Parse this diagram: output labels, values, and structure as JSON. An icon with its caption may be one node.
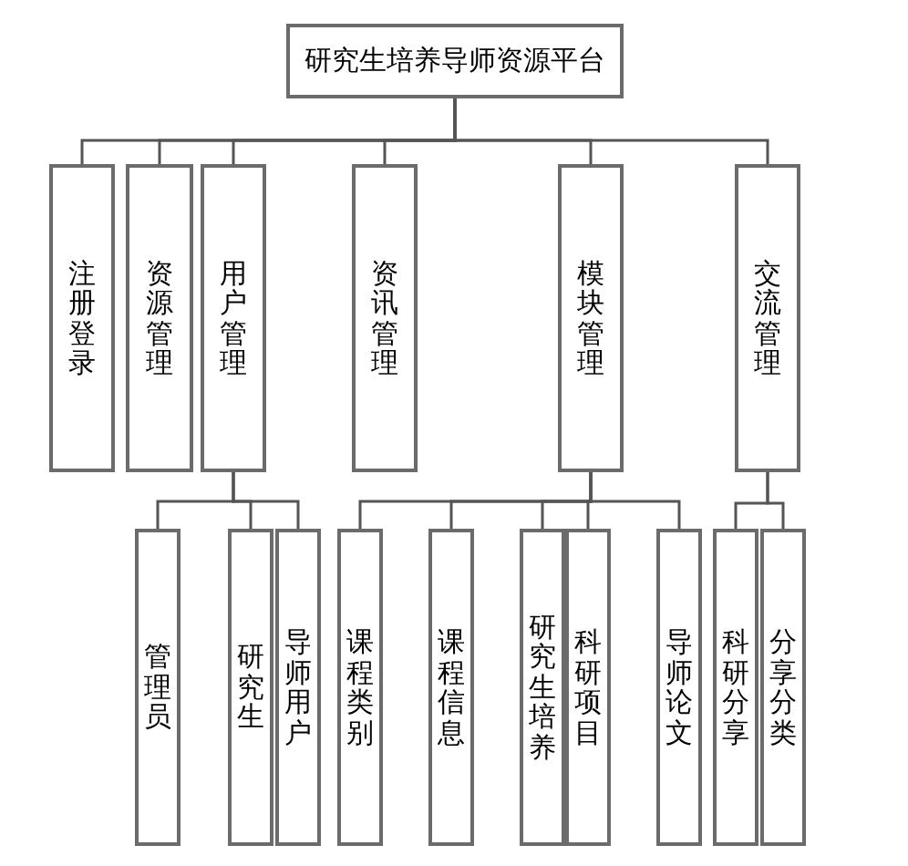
{
  "diagram": {
    "nodes": [
      {
        "text": [
          "研究生培养导师资源平台"
        ]
      },
      {
        "text": [
          "注册登录"
        ]
      },
      {
        "text": [
          "资源管理"
        ]
      },
      {
        "text": [
          "用户管理"
        ]
      },
      {
        "text": [
          "资讯管理"
        ]
      },
      {
        "text": [
          "模块管理"
        ]
      },
      {
        "text": [
          "交流管理"
        ]
      },
      {
        "text": [
          "管理员"
        ]
      },
      {
        "text": [
          "研究生"
        ]
      },
      {
        "text": [
          "导师用户"
        ]
      },
      {
        "text": [
          "课程类别"
        ]
      },
      {
        "text": [
          "课程信息"
        ]
      },
      {
        "text": [
          "研究生培养"
        ]
      },
      {
        "text": [
          "科研项目"
        ]
      },
      {
        "text": [
          "导师论文"
        ]
      },
      {
        "text": [
          "科研分享"
        ]
      },
      {
        "text": [
          "分享分类"
        ]
      }
    ],
    "edges": [
      {
        "from": 0,
        "to": 1,
        "arrow": "none"
      },
      {
        "from": 0,
        "to": 2,
        "arrow": "none"
      },
      {
        "from": 0,
        "to": 3,
        "arrow": "none"
      },
      {
        "from": 0,
        "to": 4,
        "arrow": "none"
      },
      {
        "from": 0,
        "to": 5,
        "arrow": "none"
      },
      {
        "from": 0,
        "to": 6,
        "arrow": "none"
      },
      {
        "from": 3,
        "to": 7,
        "arrow": "none"
      },
      {
        "from": 3,
        "to": 8,
        "arrow": "none"
      },
      {
        "from": 3,
        "to": 9,
        "arrow": "none"
      },
      {
        "from": 5,
        "to": 10,
        "arrow": "none"
      },
      {
        "from": 5,
        "to": 11,
        "arrow": "none"
      },
      {
        "from": 5,
        "to": 12,
        "arrow": "none"
      },
      {
        "from": 5,
        "to": 13,
        "arrow": "none"
      },
      {
        "from": 5,
        "to": 14,
        "arrow": "none"
      },
      {
        "from": 6,
        "to": 15,
        "arrow": "none"
      },
      {
        "from": 6,
        "to": 16,
        "arrow": "none"
      }
    ]
  }
}
